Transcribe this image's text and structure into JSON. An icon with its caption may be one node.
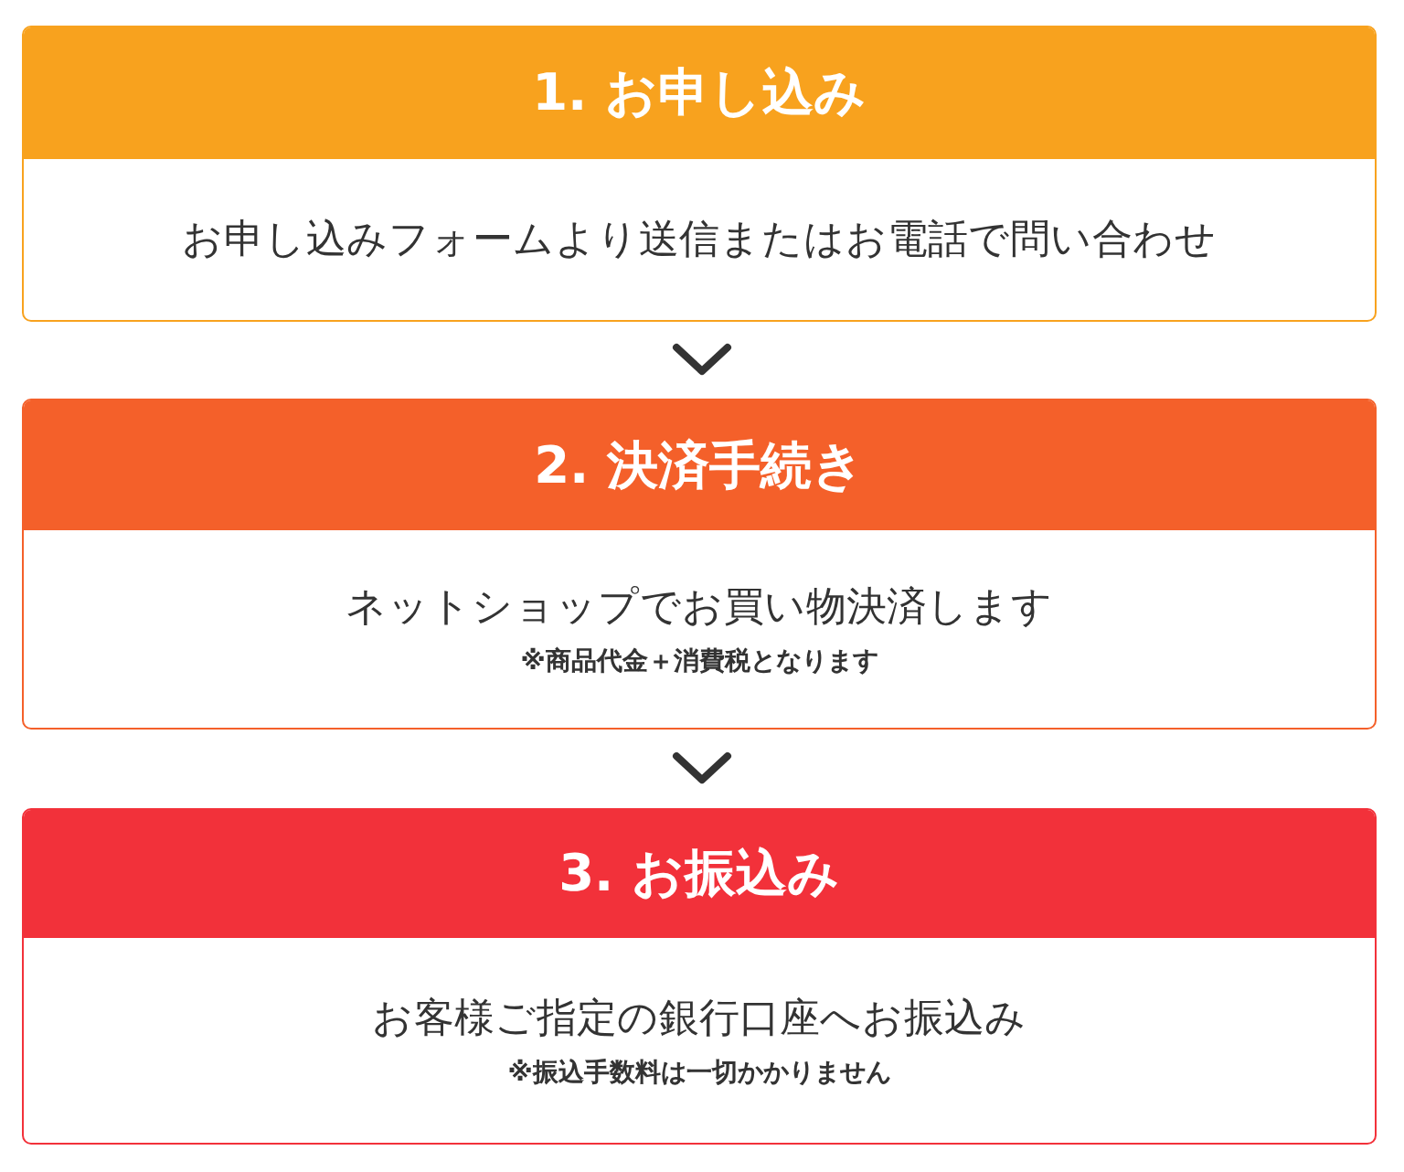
{
  "diagram": {
    "nodes": [
      {
        "text": [
          "1. お申し込み",
          "お申し込みフォームより送信またはお電話で問い合わせ"
        ]
      },
      {
        "text": [
          "2. 決済手続き",
          "ネットショップでお買い物決済します",
          "※商品代金＋消費税となります"
        ]
      },
      {
        "text": [
          "3. お振込み",
          "お客様ご指定の銀行口座へお振込み",
          "※振込手数料は一切かかりません"
        ]
      }
    ],
    "edges": [
      {
        "from": 0,
        "to": 1,
        "arrow": "to"
      },
      {
        "from": 1,
        "to": 2,
        "arrow": "to"
      }
    ]
  }
}
